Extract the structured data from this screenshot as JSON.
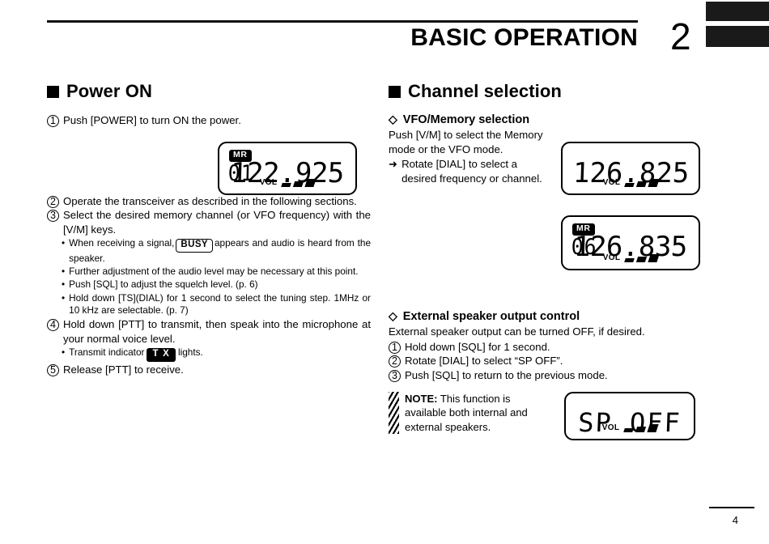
{
  "header": {
    "title": "BASIC OPERATION",
    "chapter": "2"
  },
  "footer": {
    "page_number": "4"
  },
  "left_column": {
    "heading": "Power ON",
    "steps": [
      {
        "num": "1",
        "text": "Push [POWER] to turn ON the power."
      },
      {
        "num": "2",
        "text": "Operate the transceiver as described in the following sections."
      },
      {
        "num": "3",
        "text": "Select the desired memory channel (or VFO frequency) with the [V/M] keys."
      },
      {
        "num": "4",
        "text": "Hold down [PTT] to transmit, then speak into the microphone at your normal voice level."
      },
      {
        "num": "5",
        "text": "Release [PTT] to receive."
      }
    ],
    "bullets_after_step3": [
      {
        "pre": "When receiving a signal,",
        "badge": "BUSY",
        "post": "appears and audio is heard from the speaker."
      },
      {
        "pre": "Further adjustment of the audio level may be necessary at this point.",
        "badge": "",
        "post": ""
      },
      {
        "pre": "Push [SQL] to adjust the squelch level. (p. 6)",
        "badge": "",
        "post": ""
      },
      {
        "pre": "Hold down [TS](DIAL) for 1 second to select the tuning step. 1MHz or 10 kHz are selectable. (p. 7)",
        "badge": "",
        "post": ""
      }
    ],
    "bullet_after_step4": {
      "pre": "Transmit indicator",
      "badge": "T X",
      "post": "lights."
    }
  },
  "right_column": {
    "heading": "Channel selection",
    "sub1": {
      "title": "VFO/Memory selection",
      "line1": "Push [V/M] to select the Memory mode or the VFO mode.",
      "arrow_item": "Rotate [DIAL] to select a desired frequency or channel."
    },
    "sub2": {
      "title": "External speaker output control",
      "intro": "External speaker output can be turned OFF, if desired.",
      "steps": [
        {
          "num": "1",
          "text": "Hold down [SQL] for 1 second."
        },
        {
          "num": "2",
          "text": "Rotate [DIAL] to select “SP OFF”."
        },
        {
          "num": "3",
          "text": "Push [SQL] to return to the previous mode."
        }
      ]
    },
    "note": {
      "label": "NOTE:",
      "text": "This function is available both internal and external speakers."
    }
  },
  "lcd_displays": [
    {
      "id": "lcd-power-on",
      "mr_badge": "MR",
      "channel": "01",
      "frequency": "122.925",
      "vol_label": "VOL",
      "vol_bars": 3
    },
    {
      "id": "lcd-vfo",
      "mr_badge": "",
      "channel": "",
      "frequency": "126.825",
      "vol_label": "VOL",
      "vol_bars": 3
    },
    {
      "id": "lcd-memory",
      "mr_badge": "MR",
      "channel": "06",
      "frequency": "126.835",
      "vol_label": "VOL",
      "vol_bars": 3
    },
    {
      "id": "lcd-sp-off",
      "mr_badge": "",
      "channel": "",
      "frequency": "SP    OFF",
      "vol_label": "VOL",
      "vol_bars": 3
    }
  ],
  "icons": {
    "section_marker": "black-square",
    "subsection_marker": "◇",
    "arrow_bullet": "➜",
    "list_bullet": "•"
  },
  "colors": {
    "ink": "#000000",
    "page": "#ffffff",
    "tab": "#1a1a1a"
  }
}
